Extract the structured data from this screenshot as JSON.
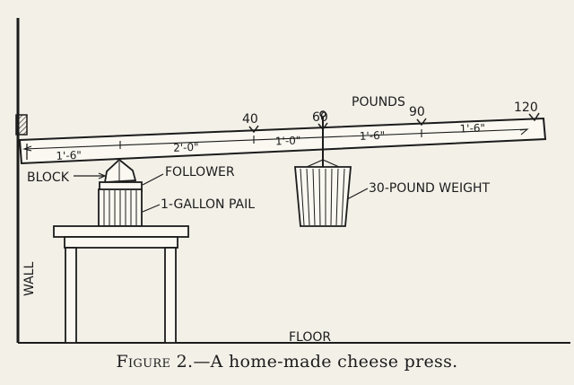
{
  "labels": {
    "pounds": "POUNDS",
    "block": "BLOCK",
    "follower": "FOLLOWER",
    "pail": "1-GALLON PAIL",
    "weight": "30-POUND WEIGHT",
    "wall": "WALL",
    "floor": "FLOOR"
  },
  "scale_marks": [
    "40",
    "60",
    "90",
    "120"
  ],
  "dimensions": [
    "1'-6\"",
    "2'-0\"",
    "1'-0\"",
    "1'-6\"",
    "1'-6\""
  ],
  "caption": {
    "figure": "Figure 2.",
    "text": "—A home-made cheese press."
  }
}
